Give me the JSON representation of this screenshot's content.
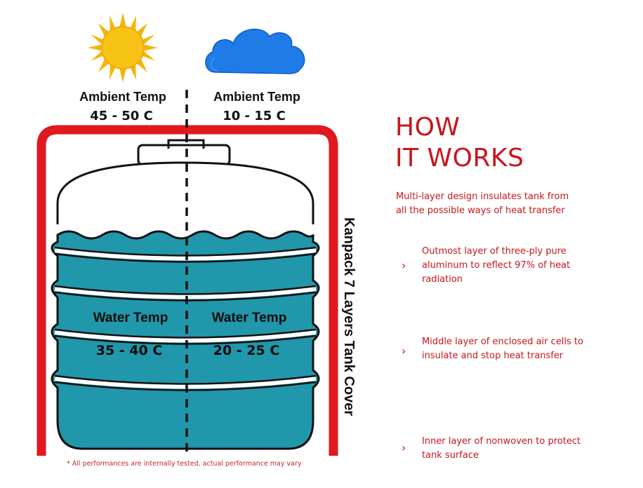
{
  "left_side": {
    "ambient_label": "Ambient Temp",
    "ambient_value": "45 - 50 C",
    "water_label": "Water Temp",
    "water_value": "35 - 40 C",
    "icon": "sun-icon"
  },
  "right_side": {
    "ambient_label": "Ambient Temp",
    "ambient_value": "10 - 15 C",
    "water_label": "Water Temp",
    "water_value": "20 - 25 C",
    "icon": "cloud-icon"
  },
  "cover_label": "Kanpack 7 Layers Tank Cover",
  "footnote": "* All performances are internally tested, actual performance may vary",
  "how_it_works": {
    "title_line1": "HOW",
    "title_line2": "IT WORKS",
    "intro": "Multi-layer design insulates tank from all the possible ways of heat transfer",
    "features": [
      {
        "text": "Outmost layer of three-ply pure aluminum to reflect 97% of heat radiation"
      },
      {
        "text": "Middle layer of enclosed air cells to insulate and stop heat transfer"
      },
      {
        "text": "Inner layer of nonwoven to protect tank surface"
      }
    ]
  },
  "colors": {
    "accent_red": "#c7161d",
    "cover_red": "#e0191f",
    "water": "#2197ab",
    "sun": "#f7c317",
    "cloud": "#1f7be8"
  }
}
